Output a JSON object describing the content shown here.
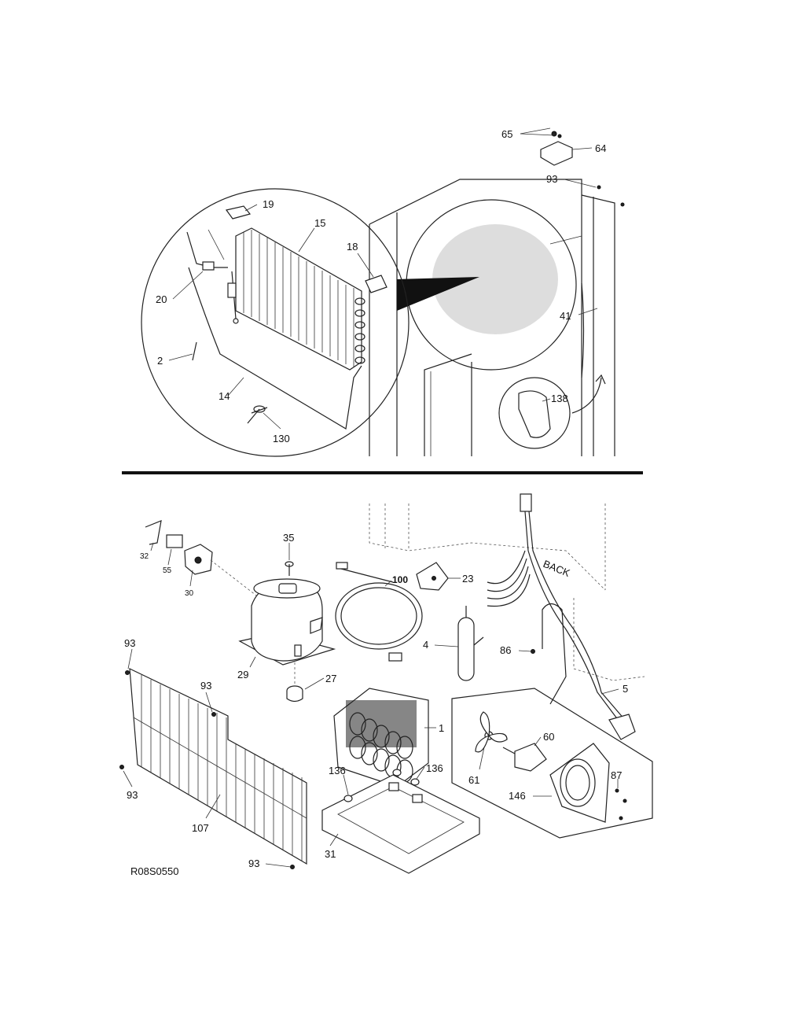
{
  "diagram": {
    "code": "R08S0550",
    "back_text": "BACK",
    "labels": {
      "p65": "65",
      "p64": "64",
      "p93a": "93",
      "p19": "19",
      "p15": "15",
      "p18": "18",
      "p20": "20",
      "p41": "41",
      "p2": "2",
      "p14": "14",
      "p138": "138",
      "p130": "130",
      "p35": "35",
      "p32": "32",
      "p55": "55",
      "p30": "30",
      "p100": "100",
      "p23": "23",
      "p4": "4",
      "p86": "86",
      "p29": "29",
      "p27": "27",
      "p93b": "93",
      "p93c": "93",
      "p93d": "93",
      "p93e": "93",
      "p1": "1",
      "p5": "5",
      "p60": "60",
      "p61": "61",
      "p136a": "136",
      "p136b": "136",
      "p87": "87",
      "p146": "146",
      "p107": "107",
      "p31": "31"
    }
  }
}
